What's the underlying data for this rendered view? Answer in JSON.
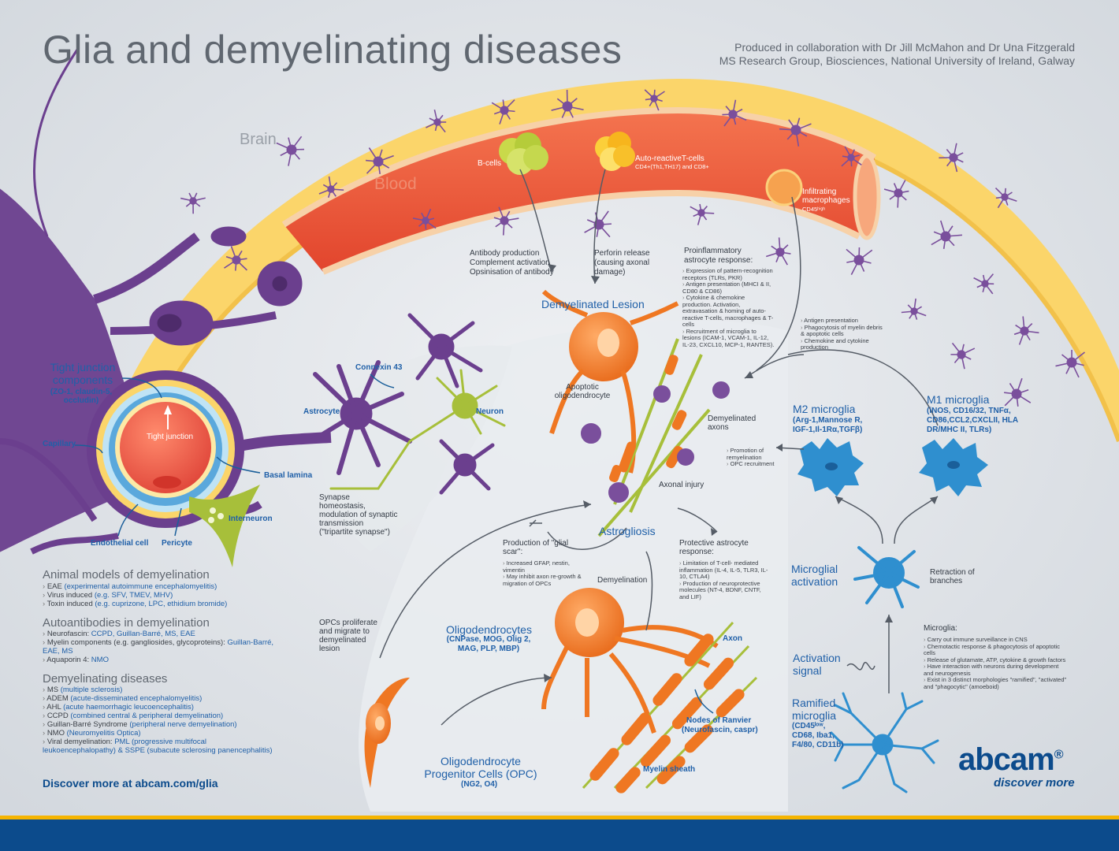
{
  "title": "Glia and demyelinating diseases",
  "credits": {
    "line1": "Produced in collaboration with Dr Jill McMahon and Dr Una Fitzgerald",
    "line2": "MS Research Group, Biosciences, National University of Ireland, Galway"
  },
  "regions": {
    "brain": "Brain",
    "blood": "Blood"
  },
  "blood_cells": {
    "bcells": "B-cells",
    "tcells": "Auto-reactiveT-cells",
    "tcells_sub": "CD4+(Th1,TH17) and CD8+",
    "macro": "Infiltrating macrophages",
    "macro_sub": "CD45ʰⁱᵍʰ"
  },
  "mechanisms": {
    "antibody": [
      "Antibody production",
      "Complement activation",
      "Opsinisation of antibody"
    ],
    "perforin": [
      "Perforin release",
      "(causing axonal",
      "damage)"
    ]
  },
  "proinflammatory": {
    "title": "Proinflammatory astrocyte response:",
    "items": [
      "Expression of pattern-recognition receptors (TLRs, PKR)",
      "Antigen presentation (MHCI & II, CD80 & CD86)",
      "Cytokine & chemokine production. Activation, extravasation & homing of auto-reactive T-cells, macrophages & T-cells",
      "Recruitment of microglia to lesions (ICAM-1, VCAM-1, IL-12, IL-23, CXCL10, MCP-1, RANTES)."
    ]
  },
  "macro_functions": [
    "Antigen presentation",
    "Phagocytosis of myelin debris & apoptotic cells",
    "Chemokine and cytokine production"
  ],
  "lesion": {
    "title": "Demyelinated Lesion",
    "apoptotic": "Apoptotic oligodendrocyte",
    "demyelinated_axons": "Demyelinated axons",
    "axonal_injury": "Axonal injury",
    "astrogliosis": "Astrogliosis"
  },
  "m2_functions": [
    "Promotion of remyelination",
    "OPC recruitment"
  ],
  "m2": {
    "title": "M2 microglia",
    "markers": "(Arg-1,Mannose R, IGF-1,Il-1Rα,TGFβ)"
  },
  "m1": {
    "title": "M1 microglia",
    "markers": "(iNOS, CD16/32, TNFα, CD86,CCL2,CXCLII, HLA DR/MHC II, TLRs)"
  },
  "tight_junction": {
    "title": "Tight junction components",
    "sub": "(ZO-1, claudin-5, occludin)",
    "capillary": "Capillary",
    "tight_junction": "Tight junction",
    "basal_lamina": "Basal lamina",
    "interneuron": "Interneuron",
    "endothelial": "Endothelial cell",
    "pericyte": "Pericyte"
  },
  "synapse": {
    "connexin": "Connexin 43",
    "astrocyte": "Astrocyte",
    "neuron": "Neuron",
    "caption": "Synapse homeostasis, modulation of synaptic transmission (\"tripartite synapse\")"
  },
  "glial_scar": {
    "title": "Production of \"glial scar\":",
    "items": [
      "Increased GFAP, nestin, vimentin",
      "May inhibit axon re-growth & migration of OPCs"
    ]
  },
  "protective": {
    "title": "Protective astrocyte response:",
    "items": [
      "Limitation of T-cell- mediated inflammation (IL-4, IL-5, TLR3, IL-10, CTLA4)",
      "Production of neuroprotective molecules (NT-4, BDNF, CNTF, and LIF)"
    ]
  },
  "demyelination": "Demyelination",
  "opc_migrate": "OPCs proliferate and migrate to demyelinated lesion",
  "oligo": {
    "title": "Oligodendrocytes",
    "markers": "(CNPase, MOG, Olig 2, MAG, PLP, MBP)"
  },
  "opc": {
    "title": "Oligodendrocyte Progenitor Cells (OPC)",
    "markers": "(NG2, O4)"
  },
  "axon": {
    "axon": "Axon",
    "nodes": "Nodes of Ranvier",
    "nodes_sub": "(Neurofascin, caspr)",
    "myelin": "Myelin sheath"
  },
  "microglia": {
    "activation": "Microglial activation",
    "retraction": "Retraction of branches",
    "activation_signal": "Activation signal",
    "ramified": "Ramified microglia",
    "ramified_markers": "(CD45ˡᵒʷ, CD68, Iba1, F4/80, CD11b)",
    "info_title": "Microglia:",
    "info": [
      "Carry out immune surveillance in CNS",
      "Chemotactic response & phagocytosis of apoptotic cells",
      "Release of glutamate, ATP, cytokine & growth factors",
      "Have interaction with neurons during development and neurogenesis",
      "Exist in 3 distinct morphologies \"ramified\", \"activated\" and \"phagocytic\" (amoeboid)"
    ]
  },
  "animal_models": {
    "title": "Animal models of demyelination",
    "items": [
      {
        "name": "EAE",
        "detail": "(experimental autoimmune encephalomyelitis)"
      },
      {
        "name": "Virus induced",
        "detail": "(e.g. SFV, TMEV, MHV)"
      },
      {
        "name": "Toxin induced",
        "detail": "(e.g. cuprizone, LPC,  ethidium bromide)"
      }
    ]
  },
  "autoantibodies": {
    "title": "Autoantibodies in demyelination",
    "items": [
      {
        "name": "Neurofascin:",
        "detail": "CCPD, Guillan-Barré, MS, EAE"
      },
      {
        "name": "Myelin components (e.g. gangliosides, glycoproteins):",
        "detail": "Guillan-Barré, EAE, MS"
      },
      {
        "name": "Aquaporin 4:",
        "detail": "NMO"
      }
    ]
  },
  "diseases": {
    "title": "Demyelinating diseases",
    "items": [
      {
        "name": "MS",
        "detail": "(multiple sclerosis)"
      },
      {
        "name": "ADEM",
        "detail": "(acute-disseminated encephalomyelitis)"
      },
      {
        "name": "AHL",
        "detail": "(acute haemorrhagic leucoencephalitis)"
      },
      {
        "name": "CCPD",
        "detail": "(combined central & peripheral demyelination)"
      },
      {
        "name": "Guillan-Barré Syndrome",
        "detail": "(peripheral nerve demyelination)"
      },
      {
        "name": "NMO",
        "detail": "(Neuromyelitis Optica)"
      },
      {
        "name": "Viral demyelination:",
        "detail": "PML (progressive multifocal leukoencephalopathy) & SSPE (subacute sclerosing panencephalitis)"
      }
    ]
  },
  "discover": "Discover more at abcam.com/glia",
  "brand": {
    "name": "abcam",
    "tagline": "discover more"
  },
  "colors": {
    "background": "#dfe3e8",
    "vessel_outer": "#fbd56a",
    "blood": "#e8553c",
    "astrocyte": "#6b3f8e",
    "oligodendrocyte": "#ef7722",
    "microglia": "#2f8fcf",
    "neuron": "#a7bf3a",
    "brand": "#0c4b8c",
    "accent_gold": "#f5b400"
  }
}
